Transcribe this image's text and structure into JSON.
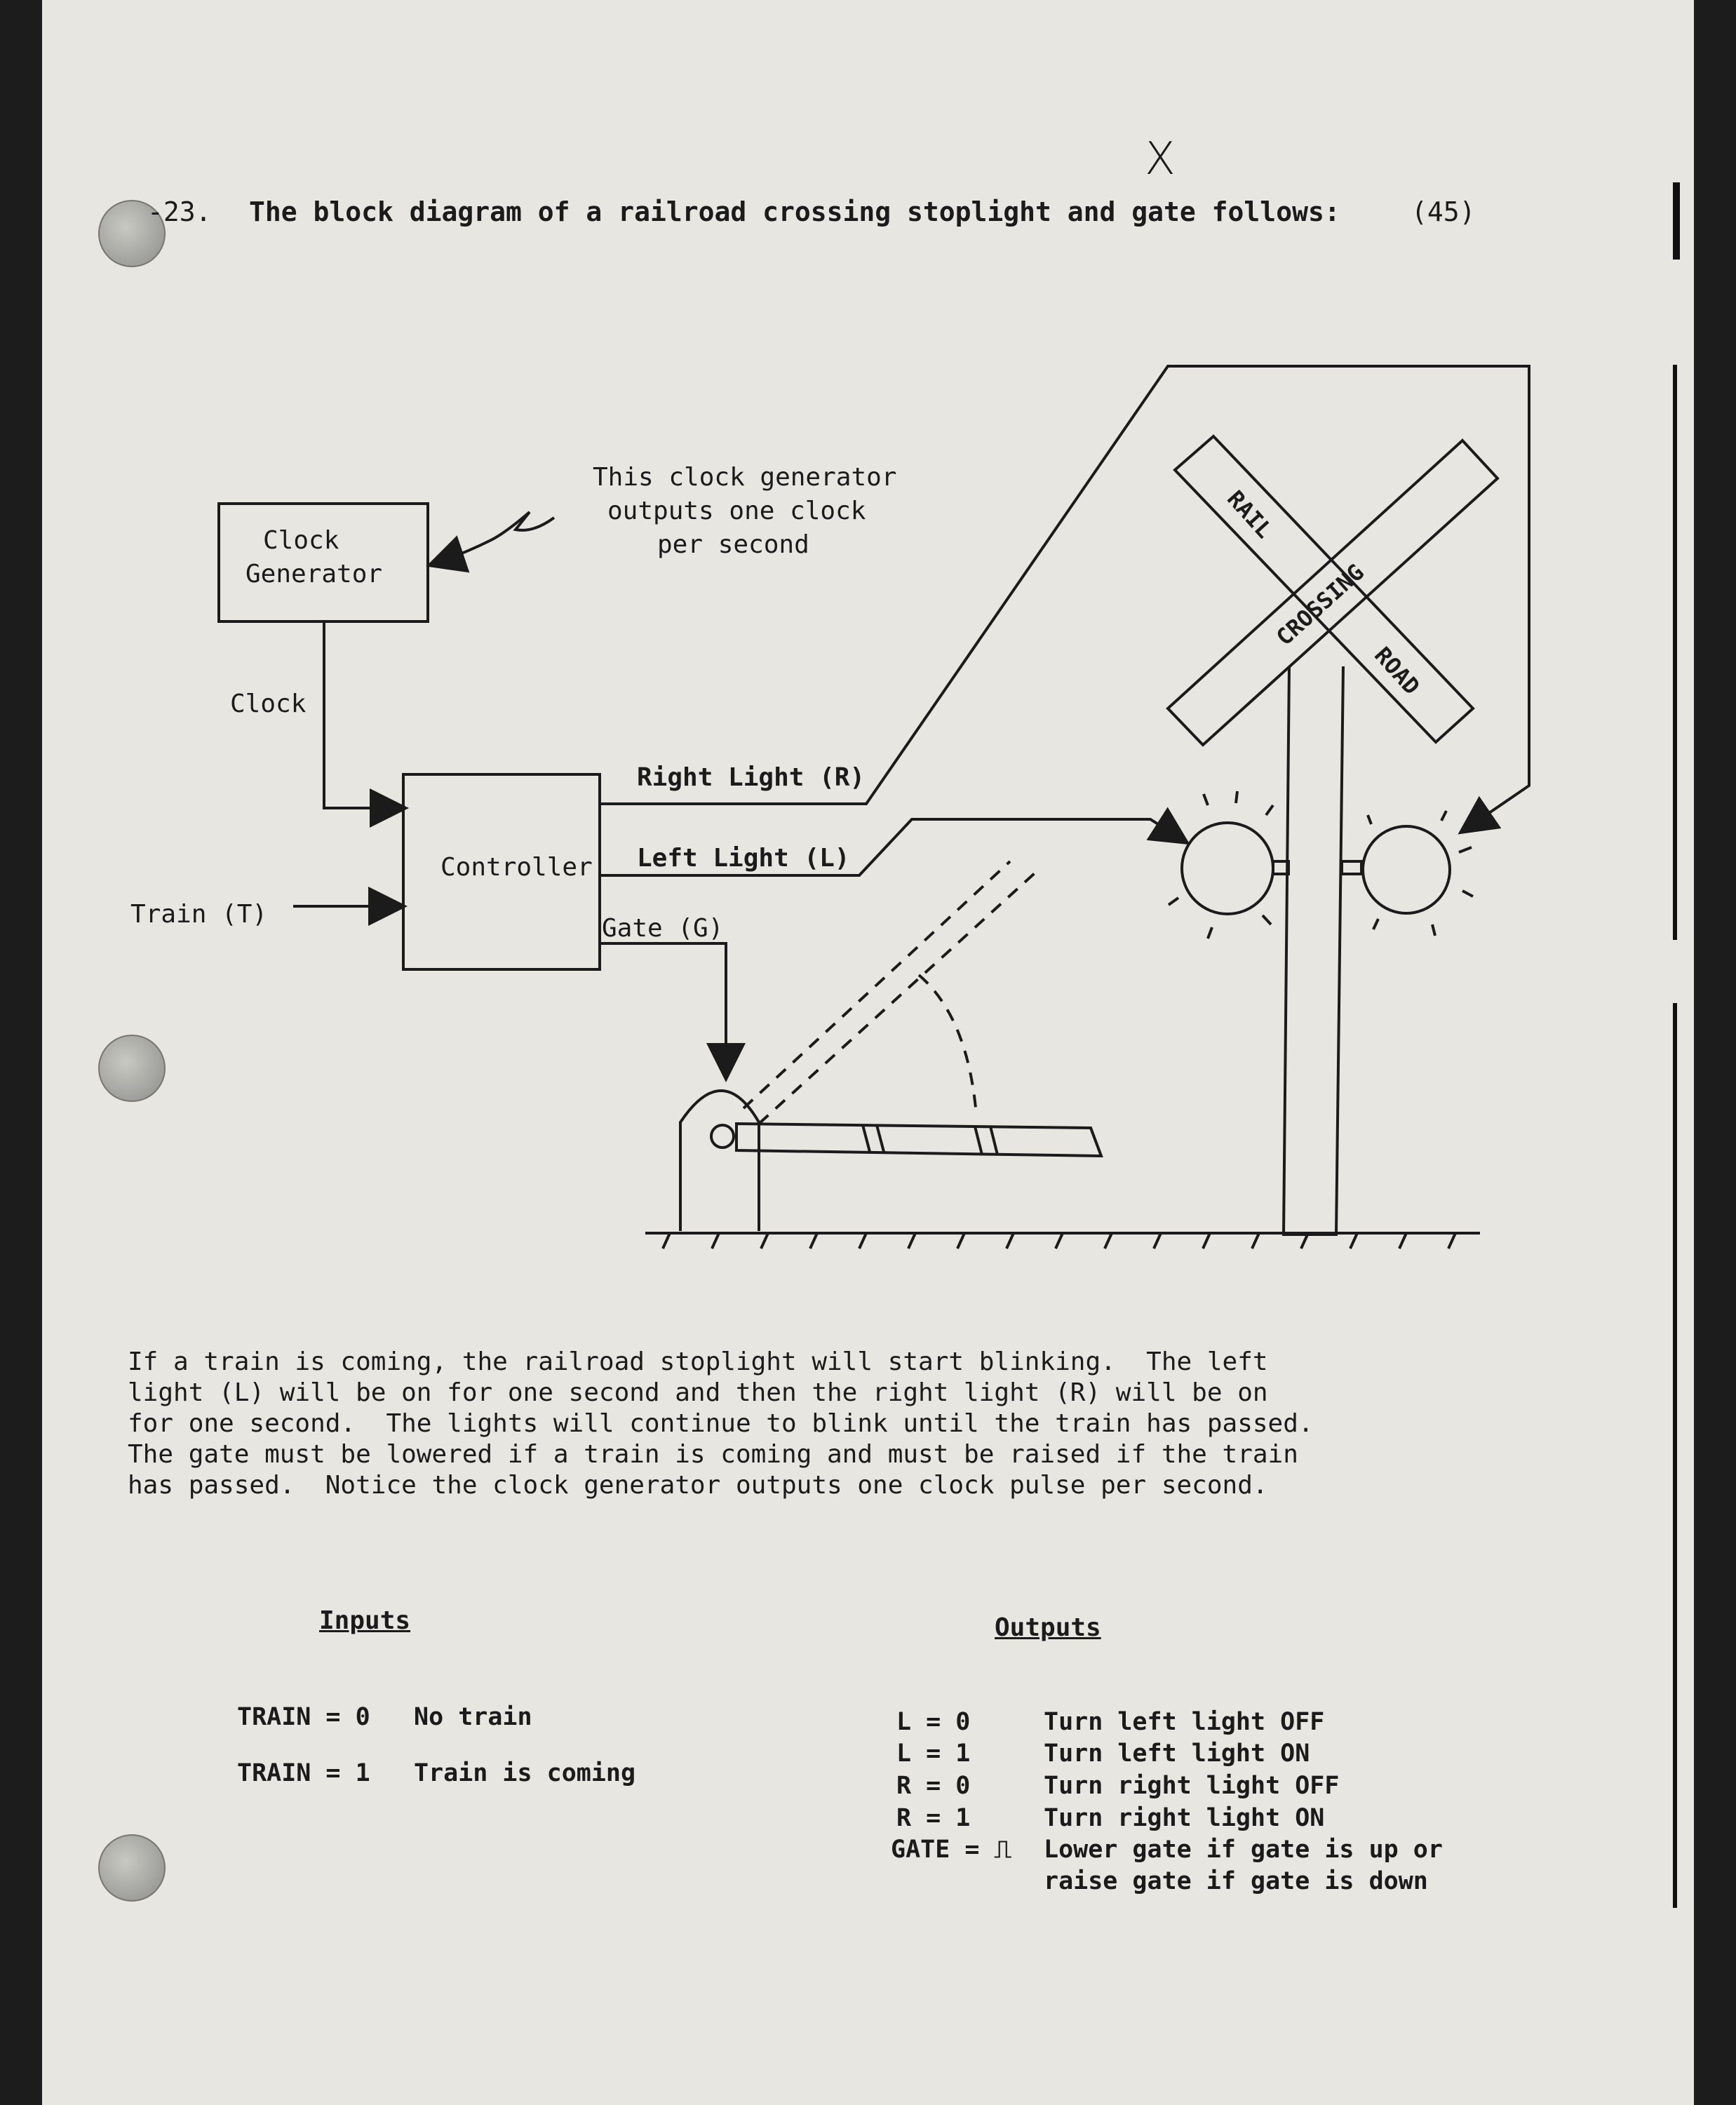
{
  "problem": {
    "number": "-23.",
    "title": "The block diagram of a railroad crossing stoplight and gate follows:",
    "points": "(45)"
  },
  "diagram": {
    "clock_generator": [
      "Clock",
      "Generator"
    ],
    "note": [
      "This clock generator",
      "outputs one clock",
      "per second"
    ],
    "clock_label": "Clock",
    "controller": "Controller",
    "train_input": "Train (T)",
    "right_light": "Right Light (R)",
    "left_light": "Left Light (L)",
    "gate": "Gate (G)",
    "sign": {
      "rail": "RAIL",
      "crossing": "CROSSING",
      "road": "ROAD"
    }
  },
  "paragraph": [
    "If a train is coming, the railroad stoplight will start blinking.  The left",
    "light (L) will be on for one second and then the right light (R) will be on",
    "for one second.  The lights will continue to blink until the train has passed.",
    "The gate must be lowered if a train is coming and must be raised if the train",
    "has passed.  Notice the clock generator outputs one clock pulse per second."
  ],
  "inputs": {
    "header": "Inputs",
    "rows": [
      {
        "lhs": "TRAIN = 0",
        "desc": "No train"
      },
      {
        "lhs": "TRAIN = 1",
        "desc": "Train is coming"
      }
    ]
  },
  "outputs": {
    "header": "Outputs",
    "rows": [
      {
        "lhs": "L = 0",
        "desc": "Turn left light OFF"
      },
      {
        "lhs": "L = 1",
        "desc": "Turn left light ON"
      },
      {
        "lhs": "R = 0",
        "desc": "Turn right light OFF"
      },
      {
        "lhs": "R = 1",
        "desc": "Turn right light ON"
      },
      {
        "lhs": "GATE = ⎍",
        "desc": "Lower gate if gate is up or"
      },
      {
        "lhs": "",
        "desc": "raise gate if gate is down"
      }
    ]
  },
  "handwriting": {
    "mark": "X"
  }
}
